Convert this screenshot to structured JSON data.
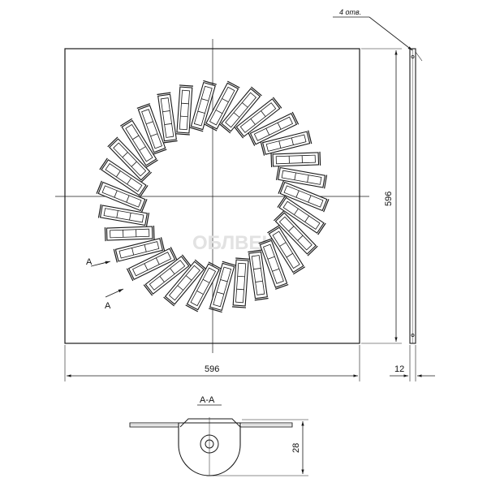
{
  "drawing": {
    "hole_note": "4 отв.",
    "dim_width": "596",
    "dim_height": "596",
    "dim_thickness": "12",
    "section_marker": "A",
    "section_title": "A-A",
    "dim_section_height": "28"
  },
  "slot_pattern": {
    "count": 30,
    "cells_per_slot": 3
  },
  "watermark": {
    "text": "ОБЛВЕНТ",
    "color": "#e2e2e2"
  },
  "colors": {
    "line": "#1a1a1a",
    "background": "#ffffff"
  }
}
